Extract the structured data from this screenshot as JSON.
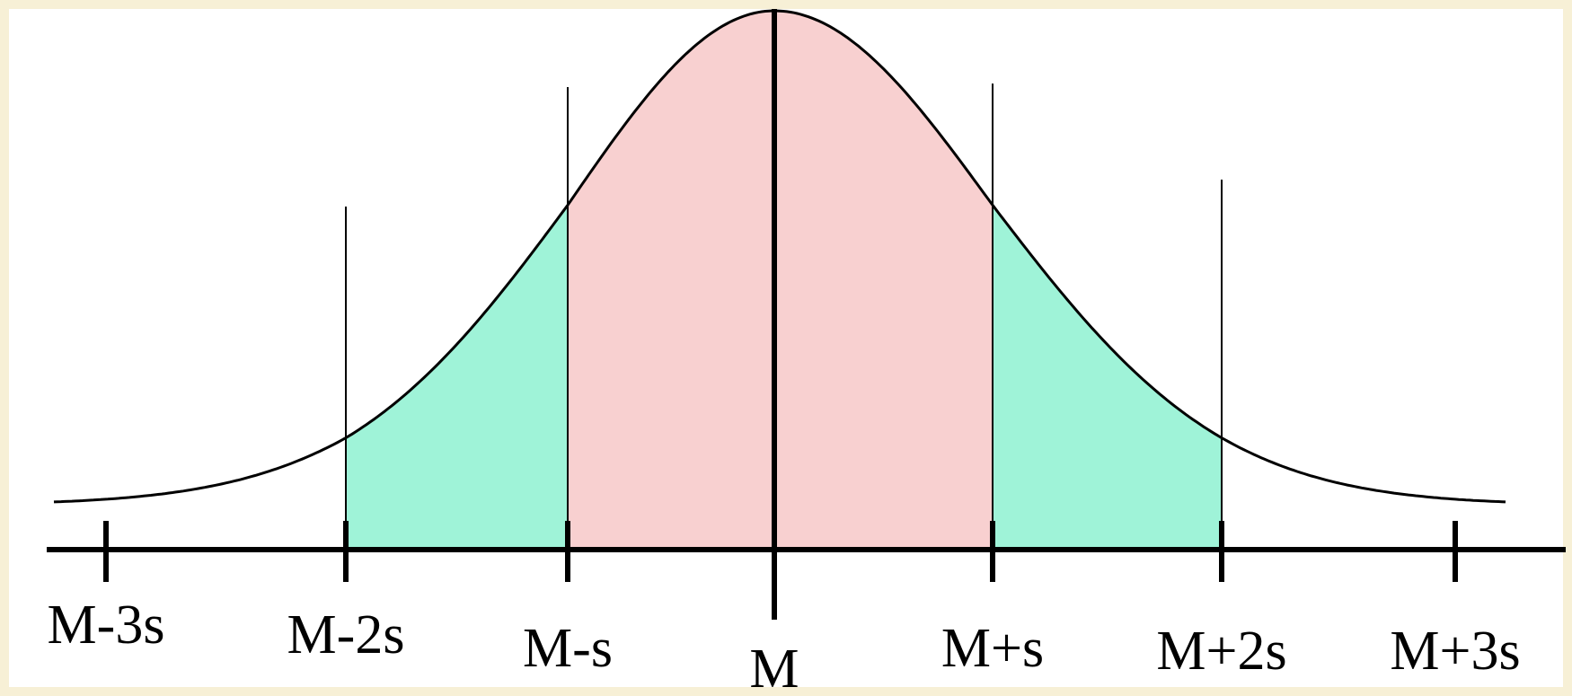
{
  "diagram": {
    "type": "normal-distribution",
    "colors": {
      "background": "#f7f0d6",
      "panel": "#ffffff",
      "center_band": "#f8d0d0",
      "outer_band": "#9ff3d8",
      "stroke": "#000000"
    },
    "axis_labels": [
      {
        "key": "m_minus_3s",
        "text": "M-3s",
        "offset": -3
      },
      {
        "key": "m_minus_2s",
        "text": "M-2s",
        "offset": -2
      },
      {
        "key": "m_minus_s",
        "text": "M-s",
        "offset": -1
      },
      {
        "key": "m",
        "text": "M",
        "offset": 0
      },
      {
        "key": "m_plus_s",
        "text": "M+s",
        "offset": 1
      },
      {
        "key": "m_plus_2s",
        "text": "M+2s",
        "offset": 2
      },
      {
        "key": "m_plus_3s",
        "text": "M+3s",
        "offset": 3
      }
    ],
    "shaded_regions": [
      {
        "name": "center-band",
        "from": -1,
        "to": 1,
        "color": "#f8d0d0"
      },
      {
        "name": "outer-band-left",
        "from": -2,
        "to": -1,
        "color": "#9ff3d8"
      },
      {
        "name": "outer-band-right",
        "from": 1,
        "to": 2,
        "color": "#9ff3d8"
      }
    ]
  }
}
